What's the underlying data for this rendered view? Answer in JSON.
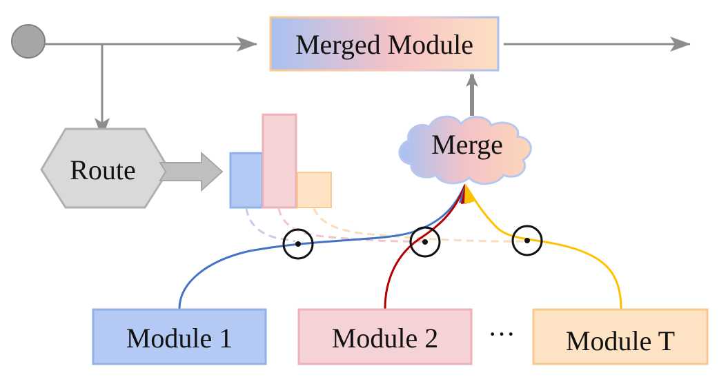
{
  "labels": {
    "merged_module": "Merged Module",
    "route": "Route",
    "merge": "Merge",
    "module_1": "Module 1",
    "module_2": "Module 2",
    "module_t": "Module T",
    "ellipsis": "···"
  },
  "router_weights": [
    {
      "module": "Module 1",
      "weight": 0.45
    },
    {
      "module": "Module 2",
      "weight": 0.77
    },
    {
      "module": "Module T",
      "weight": 0.29
    }
  ],
  "colors": {
    "blue_fill": "#b4c9f4",
    "blue_stroke": "#8fb1e8",
    "blue_line": "#4472c4",
    "pink_fill": "#f4d2d6",
    "pink_stroke": "#ecb2b8",
    "red_line": "#b30000",
    "orange_fill": "#fde2c4",
    "orange_stroke": "#f7c98f",
    "gold_line": "#ffc000",
    "gray_line": "#8c8c8c",
    "gray_fill": "#d9d9d9",
    "route_stroke": "#b0b0b0",
    "input_node": "#a6a6a6"
  }
}
